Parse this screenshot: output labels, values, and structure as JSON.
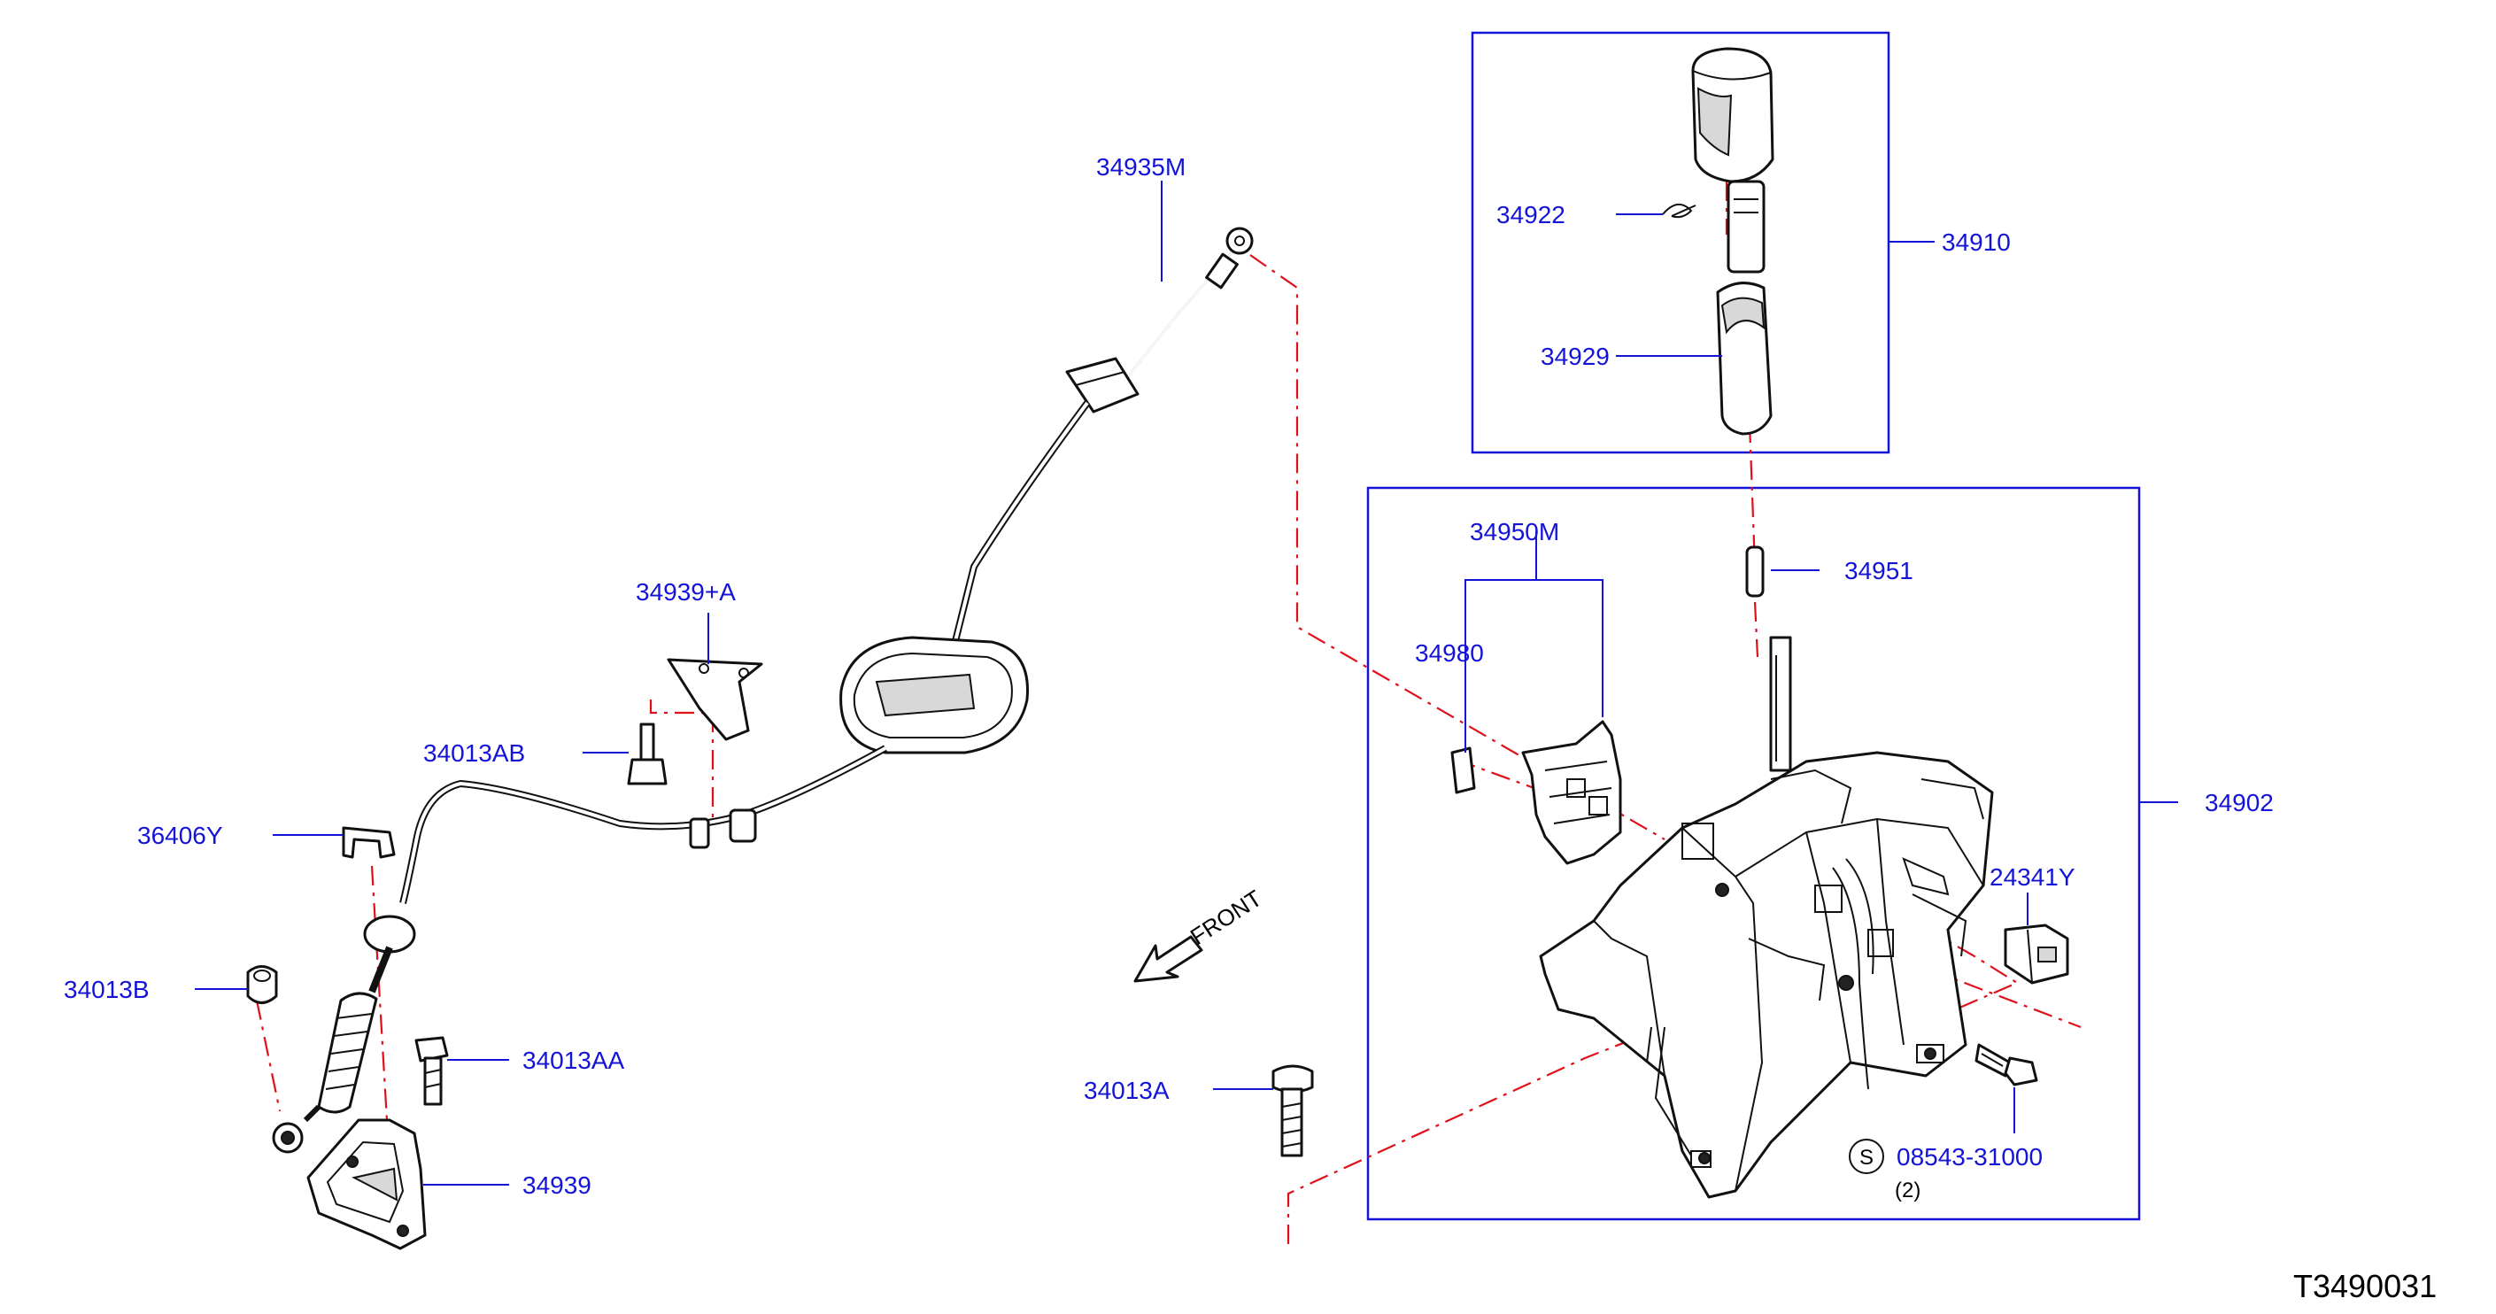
{
  "diagram": {
    "labels": {
      "p34935M": "34935M",
      "p34922": "34922",
      "p34910": "34910",
      "p34929": "34929",
      "p34950M": "34950M",
      "p34951": "34951",
      "p34980": "34980",
      "p34939A": "34939+A",
      "p34013AB": "34013AB",
      "p34902": "34902",
      "p36406Y": "36406Y",
      "p24341Y": "24341Y",
      "p34013B": "34013B",
      "p34013AA": "34013AA",
      "p34013A": "34013A",
      "p08543": "08543-31000",
      "p34939": "34939"
    },
    "standard_part_symbol": "S",
    "quantity_note": "(2)",
    "front_indicator": "FRONT",
    "reference_code": "T3490031"
  }
}
